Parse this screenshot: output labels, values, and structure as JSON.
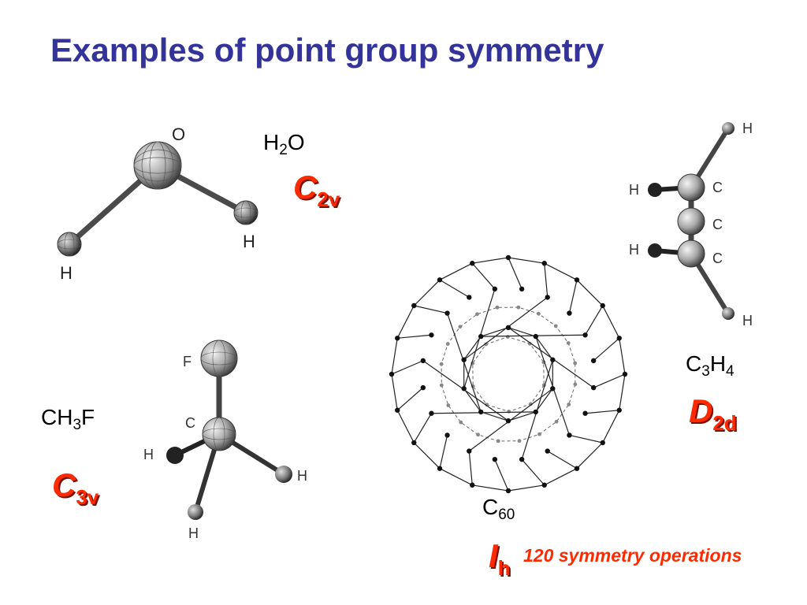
{
  "slide": {
    "title": "Examples of point group symmetry"
  },
  "molecules": {
    "water": {
      "formula_main": "H",
      "formula_sub": "2",
      "formula_tail": "O",
      "atom_o": "O",
      "atom_h1": "H",
      "atom_h2": "H",
      "group_letter": "C",
      "group_sub": "2v"
    },
    "allene": {
      "formula_c": "C",
      "formula_c_sub": "3",
      "formula_h": "H",
      "formula_h_sub": "4",
      "atom_h_top": "H",
      "atom_h_left1": "H",
      "atom_c1": "C",
      "atom_c2": "C",
      "atom_h_left2": "H",
      "atom_c3": "C",
      "atom_h_bottom": "H",
      "group_letter": "D",
      "group_sub": "2d"
    },
    "fluoromethane": {
      "formula_main": "CH",
      "formula_sub": "3",
      "formula_tail": "F",
      "atom_f": "F",
      "atom_c": "C",
      "atom_h1": "H",
      "atom_h2": "H",
      "atom_h3": "H",
      "group_letter": "C",
      "group_sub": "3v"
    },
    "buckminsterfullerene": {
      "formula_main": "C",
      "formula_sub": "60",
      "group_letter": "I",
      "group_sub": "h",
      "operations_note": "120 symmetry operations"
    }
  },
  "colors": {
    "title": "#333399",
    "point_group": "#ff2a00",
    "point_group_shadow": "#7a1000"
  }
}
